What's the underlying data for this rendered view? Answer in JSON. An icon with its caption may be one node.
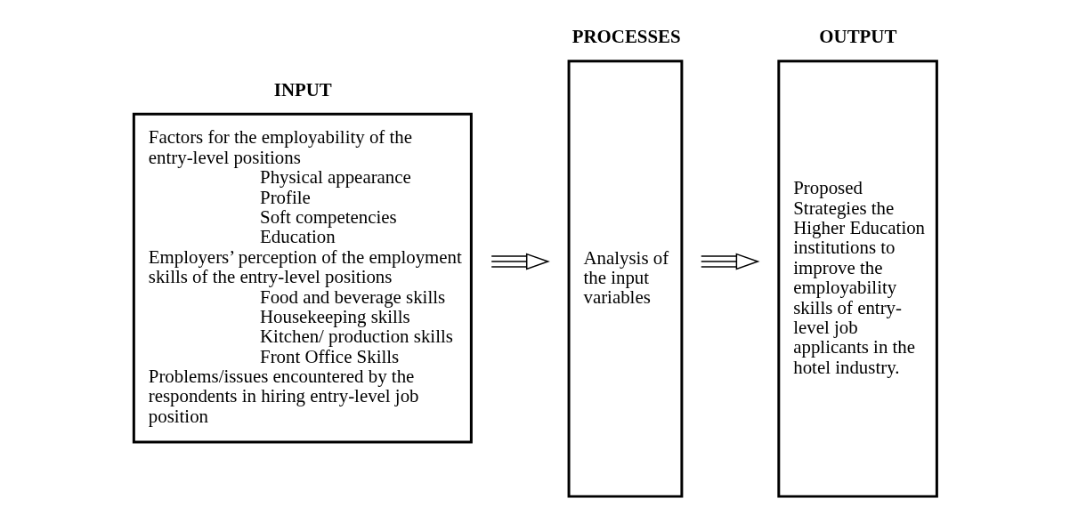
{
  "diagram": {
    "nodes": [
      {
        "text": [
          "INPUT",
          "Factors for the employability of the entry-level positions",
          "Physical appearance",
          "Profile",
          "Soft competencies",
          "Education",
          "Employers’ perception of the employment skills of the entry-level positions",
          "Food and beverage skills",
          "Housekeeping skills",
          "Kitchen/ production skills",
          "Front Office Skills",
          "Problems/issues encountered by the respondents in hiring entry-level job position"
        ]
      },
      {
        "text": [
          "PROCESSES",
          "Analysis of the input variables"
        ]
      },
      {
        "text": [
          "OUTPUT",
          "Proposed Strategies the Higher Education institutions to improve the employability skills of entry-level job applicants in the hotel industry."
        ]
      }
    ],
    "edges": [
      {
        "from": 0,
        "to": 1,
        "arrow": "to"
      },
      {
        "from": 1,
        "to": 2,
        "arrow": "to"
      }
    ]
  }
}
